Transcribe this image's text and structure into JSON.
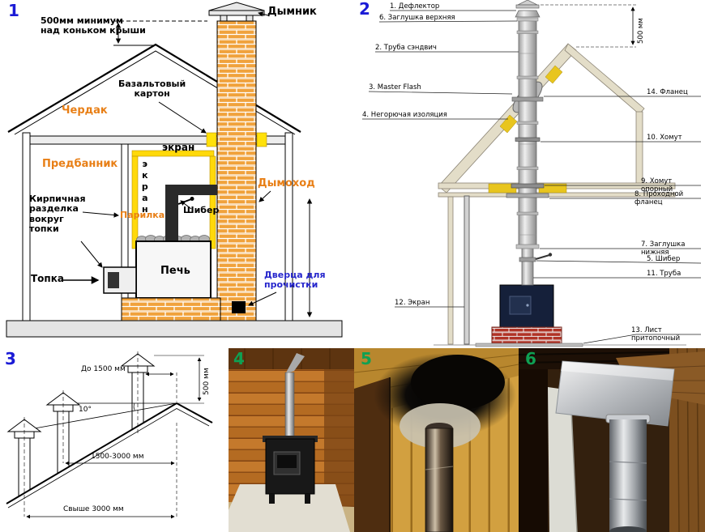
{
  "colors": {
    "panel_number_blue": "#1b1bd6",
    "panel_number_green": "#0fa053",
    "accent_text_orange": "#e87f16",
    "accent_text_blue": "#2626cc",
    "brick_orange": "#f0a23c",
    "red_brick": "#b03326",
    "insulation_yellow": "#e8c51e"
  },
  "panel1": {
    "number": "1",
    "labels": {
      "dymnik": "Дымник",
      "min_height": "500мм минимум\nнад коньком крыши",
      "cherdak": "Чердак",
      "bazalt": "Базальтовый\nкартон",
      "predbannik": "Предбанник",
      "ekran_top": "экран",
      "ekran_side": "экран",
      "kirpich": "Кирпичная\nразделка\nвокруг\nтопки",
      "shiber": "Шибер",
      "parilka": "Парилка",
      "pech": "Печь",
      "topka": "Топка",
      "dymohod": "Дымоход",
      "dverca": "Дверца для\nпрочистки"
    }
  },
  "panel2": {
    "number": "2",
    "labels_left": {
      "deflektor": "1. Дефлектор",
      "zaglushka_verh": "6. Заглушка верхняя",
      "truba_sandwich": "2. Труба сэндвич",
      "master_flash": "3. Master Flash",
      "izolyaciya": "4. Негорючая изоляция",
      "ekran": "12. Экран"
    },
    "labels_right": {
      "flanec": "14. Фланец",
      "homut": "10. Хомут",
      "homut_oporny": "9. Хомут опорный",
      "prohodnoy_flanec": "8. Проходной фланец",
      "zaglushka_nizh": "7. Заглушка нижняя",
      "shiber": "5. Шибер",
      "truba": "11. Труба",
      "list_pritopochny": "13. Лист притопочный"
    },
    "dimension_500": "500 мм"
  },
  "panel3": {
    "number": "3",
    "labels": {
      "do_1500": "До 1500 мм",
      "dim_500": "500 мм",
      "angle": "10°",
      "range_1500_3000": "1500-3000 мм",
      "over_3000": "Свыше 3000 мм"
    }
  },
  "panel4": {
    "number": "4"
  },
  "panel5": {
    "number": "5"
  },
  "panel6": {
    "number": "6"
  }
}
